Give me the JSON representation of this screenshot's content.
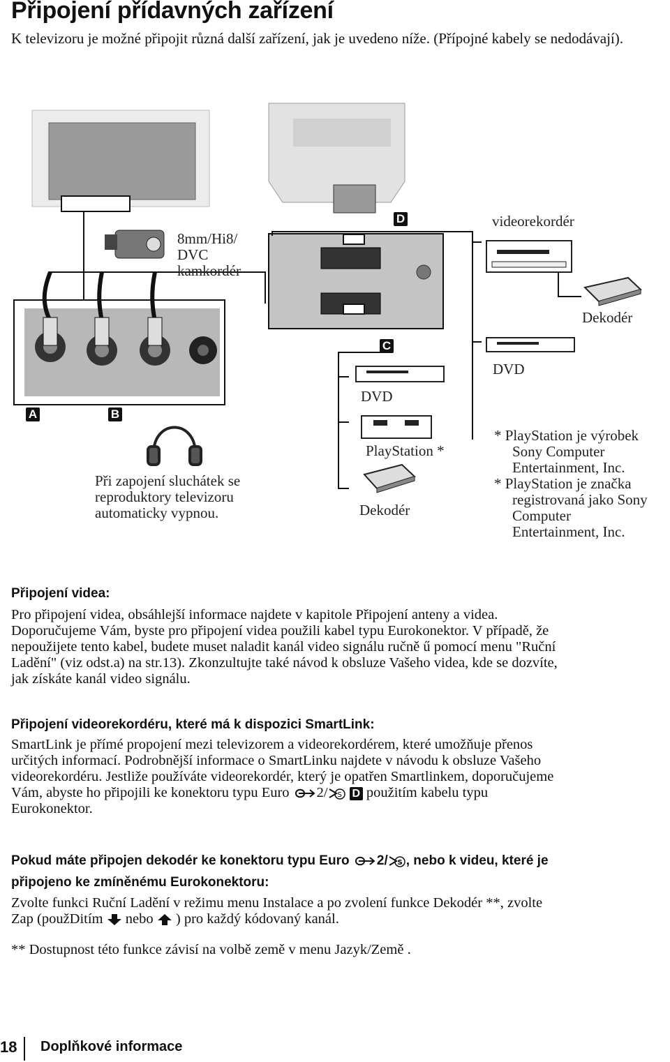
{
  "title": "Připojení přídavných zařízení",
  "intro": "K televizoru je možné připojit různá další zařízení, jak je uvedeno níže. (Přípojné kabely se nedodávají).",
  "diagram": {
    "camcorder_label_1": "8mm/Hi8/",
    "camcorder_label_2": "DVC",
    "camcorder_label_3": "kamkordér",
    "badge_a": "A",
    "badge_b": "B",
    "badge_c": "C",
    "badge_d": "D",
    "vcr_label": "videorekordér",
    "decoder_label_top": "Dekodér",
    "dvd_label_right": "DVD",
    "dvd_label_mid": "DVD",
    "playstation_label": "PlayStation *",
    "decoder_label_mid": "Dekodér",
    "headphones_note": [
      "Při zapojení sluchátek se",
      "reproduktory televizoru",
      "automaticky vypnou."
    ],
    "footnote_ps": [
      "* PlayStation  je výrobek",
      "Sony Computer",
      "Entertainment, Inc.",
      "* PlayStation  je značka",
      "registrovaná jako Sony",
      "Computer",
      "Entertainment, Inc."
    ]
  },
  "section_video": {
    "heading": "Připojení videa:",
    "lines": [
      "Pro připojení videa, obsáhlejší informace najdete v kapitole  Připojení anteny a videa.",
      "Doporučujeme Vám, byste pro připojení videa použili kabel typu Eurokonektor. V případě, že",
      "nepoužijete tento kabel, budete muset naladit kanál video signálu ručně ű pomocí menu \"Ruční",
      "Ladění\" (viz odst.a) na str.13). Zkonzultujte také návod k obsluze Vašeho videa, kde se dozvíte,",
      "jak získáte kanál video signálu."
    ]
  },
  "section_smartlink": {
    "heading": "Připojení videorekordéru, které má k dispozici SmartLink:",
    "lines": [
      "SmartLink je přímé propojení mezi televizorem a videorekordérem, které umožňuje přenos",
      "určitých informací. Podrobnější informace o SmartLinku najdete v návodu k obsluze Vašeho",
      "videorekordéru. Jestliže používáte videorekordér, který je opatřen Smartlinkem, doporučujeme"
    ],
    "line4_a": "Vám, abyste ho připojili ke konektoru typu Euro",
    "line4_b": "2/",
    "line4_badge": "D",
    "line4_c": "použitím kabelu typu",
    "line5": "Eurokonektor."
  },
  "section_decoder": {
    "heading_a": "Pokud máte připojen dekodér ke konektoru typu Euro",
    "heading_b": "2/",
    "heading_c": ", nebo k videu, které je",
    "heading_line2": "připojeno ke zmíněnému Eurokonektoru:",
    "line1": "Zvolte funkci  Ruční Ladění  v režimu menu  Instalace  a po zvolení funkce  Dekodér **, zvolte",
    "line2_a": " Zap  (použDitím",
    "line2_b": "nebo",
    "line2_c": " ) pro každý kódovaný  kanál.",
    "footnote": "** Dostupnost této funkce závisí na volbě země v menu  Jazyk/Země ."
  },
  "footer": {
    "page_number": "18",
    "section_name": "Doplňkové informace"
  }
}
